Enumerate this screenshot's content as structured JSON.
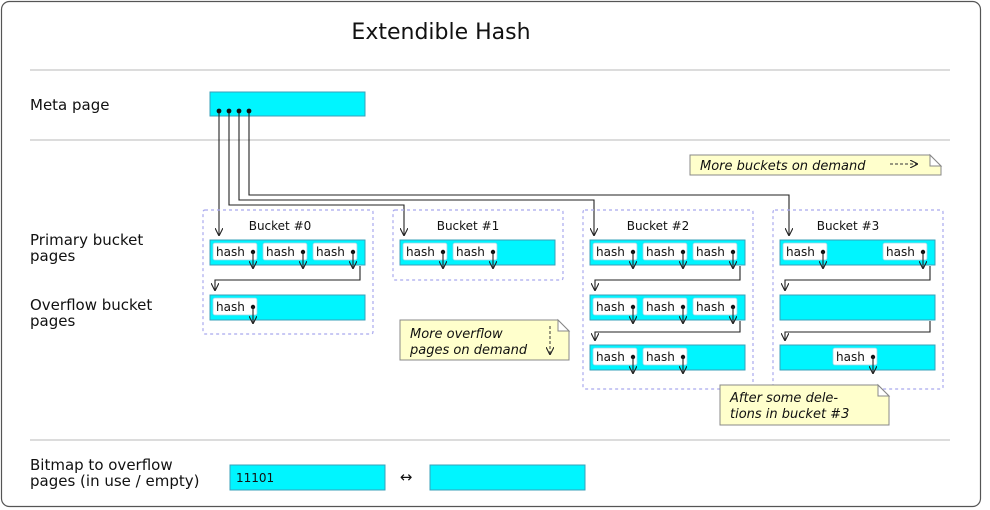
{
  "title": "Extendible Hash",
  "labels": {
    "meta_page": "Meta page",
    "primary_line1": "Primary bucket",
    "primary_line2": "pages",
    "overflow_line1": "Overflow bucket",
    "overflow_line2": "pages",
    "bitmap_line1": "Bitmap to overflow",
    "bitmap_line2": "pages (in use / empty)"
  },
  "buckets": [
    "Bucket #0",
    "Bucket #1",
    "Bucket #2",
    "Bucket #3"
  ],
  "hash_label": "hash",
  "notes": {
    "more_buckets": "More buckets on demand",
    "more_overflow_line1": "More overflow",
    "more_overflow_line2": "pages on demand",
    "after_deletions_line1": "After some dele-",
    "after_deletions_line2": "tions in bucket #3"
  },
  "bitmap_value": "11101",
  "bitmap_arrow": "↔",
  "colors": {
    "page_fill": "#00f5ff",
    "note_fill": "#ffffcc",
    "bucket_border": "#a9a9ee"
  }
}
